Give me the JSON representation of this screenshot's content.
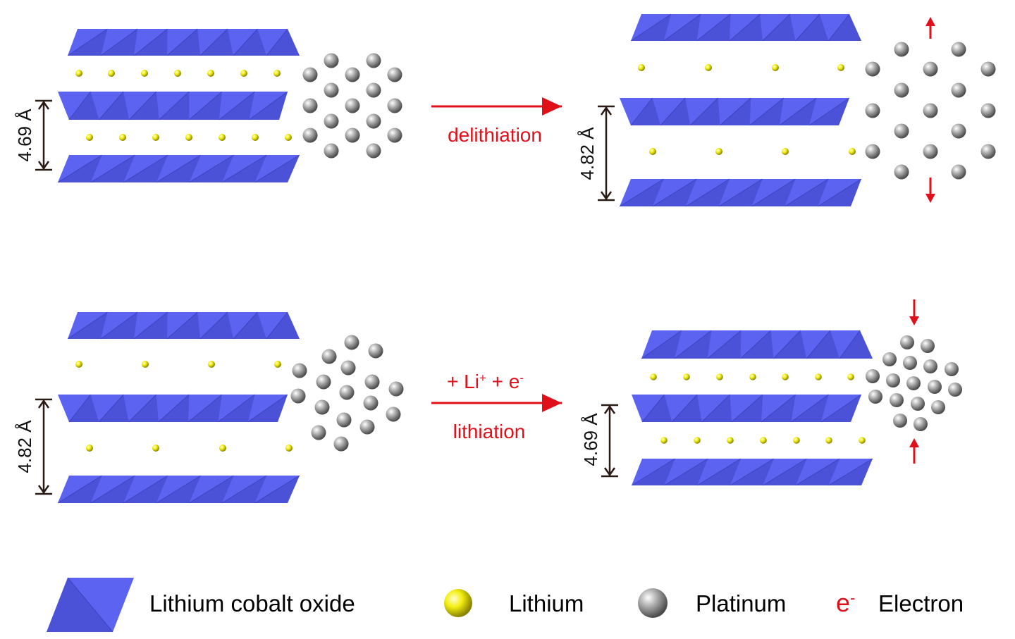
{
  "panels": {
    "top_left": {
      "spacing": "4.69 Å"
    },
    "top_right": {
      "spacing": "4.82 Å"
    },
    "bottom_left": {
      "spacing": "4.82 Å"
    },
    "bottom_right": {
      "spacing": "4.69 Å"
    }
  },
  "arrows": {
    "top": {
      "label": "delithiation"
    },
    "bottom": {
      "label_prefix": "+ Li",
      "label_sup1": "+",
      "label_mid": " + e",
      "label_sup2": "-",
      "label": "lithiation"
    }
  },
  "legend": {
    "lco": "Lithium cobalt oxide",
    "li": "Lithium",
    "pt": "Platinum",
    "e_symbol": "e",
    "e_sup": "-",
    "electron": "Electron"
  },
  "colors": {
    "lco_fill": "#5b63f0",
    "lco_dark": "#3f46c4",
    "lithium": "#f2ee10",
    "platinum": "#9a9a9a",
    "accent_red": "#e0101a",
    "dim_line": "#2a1a14"
  }
}
